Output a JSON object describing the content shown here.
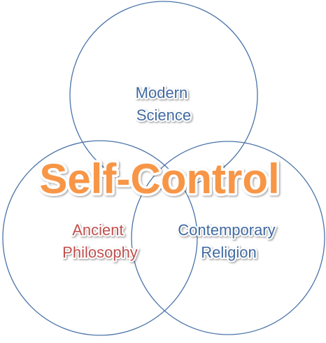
{
  "circles": [
    {
      "id": "modern-science",
      "label_lines": [
        "Modern",
        "Science"
      ]
    },
    {
      "id": "ancient-philosophy",
      "label_lines": [
        "Ancient",
        "Philosophy"
      ]
    },
    {
      "id": "contemporary-religion",
      "label_lines": [
        "Contemporary",
        "Religion"
      ]
    }
  ],
  "center_label": "Self-Control",
  "colors": {
    "circle_stroke": "#4a73a8",
    "blue_text": "#3f6aa1",
    "red_text": "#c0504d",
    "center_text": "#f79646"
  }
}
